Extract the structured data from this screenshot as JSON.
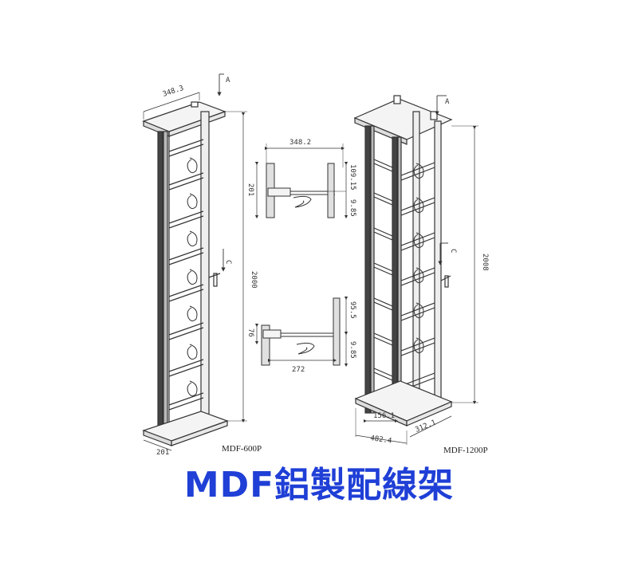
{
  "title": "MDF鋁製配線架",
  "colors": {
    "title": "#1f3fd6",
    "line": "#333333"
  },
  "models": {
    "left": "MDF-600P",
    "right": "MDF-1200P"
  },
  "dimensions": {
    "left_top_width": "348.3",
    "left_height": "2000",
    "left_base": "201",
    "section_marker_top": "A",
    "section_marker_mid": "C",
    "right_height": "2008",
    "right_marker_top": "A",
    "right_marker_mid": "C",
    "right_base_inner": "156.1",
    "right_base_width": "482.4",
    "right_base_depth": "312.1",
    "detail_top_width": "348.2",
    "detail_top_left": "201",
    "detail_top_right_upper": "109.15",
    "detail_top_right_lower": "9.85",
    "detail_bottom_width": "272",
    "detail_bottom_left": "76",
    "detail_bottom_right_upper": "95.5",
    "detail_bottom_right_lower": "9.85"
  }
}
